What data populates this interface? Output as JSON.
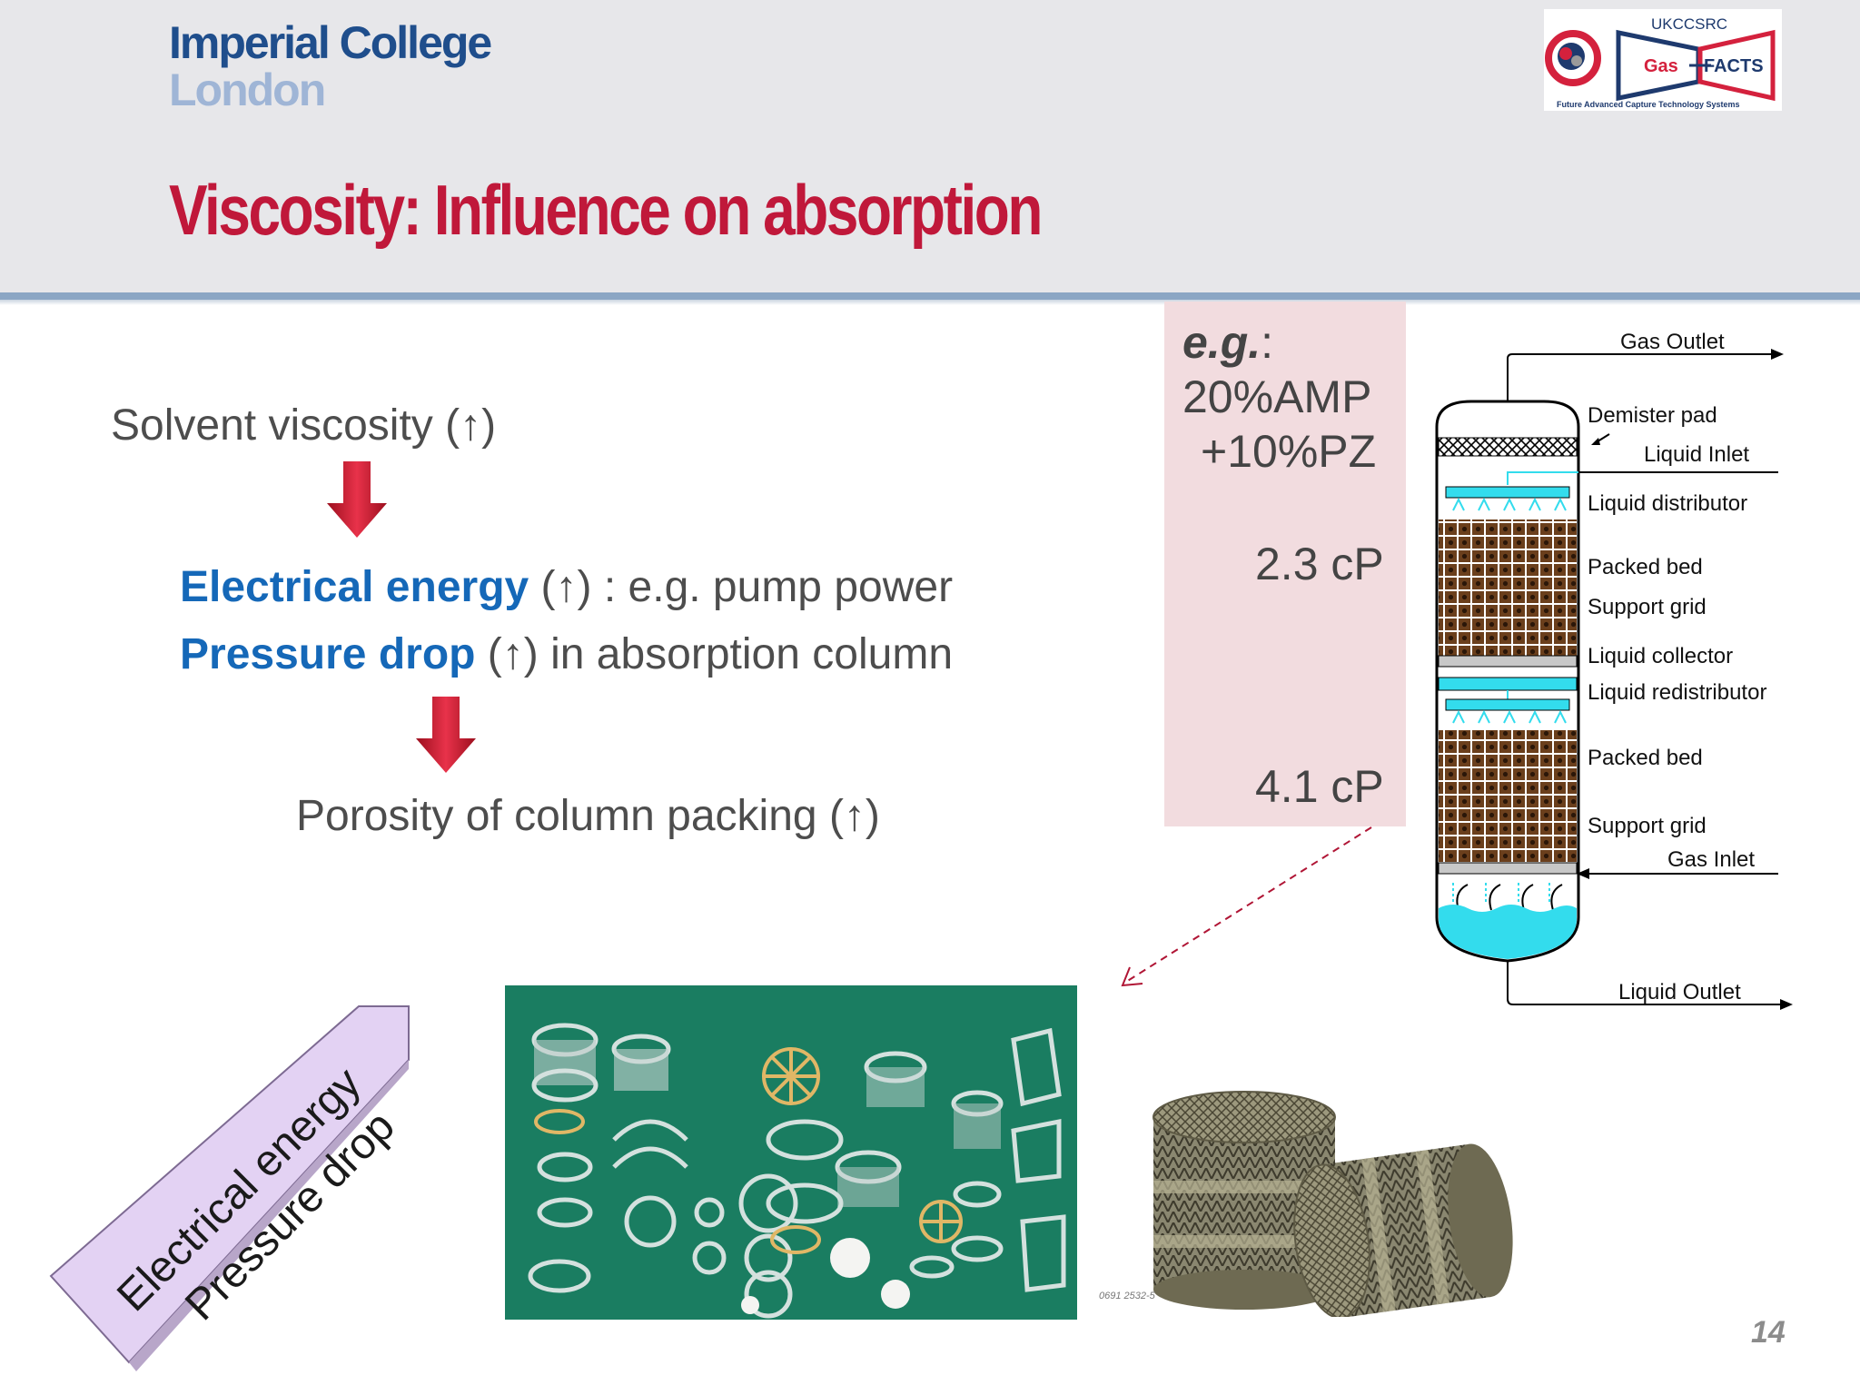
{
  "header": {
    "logo_line1": "Imperial College",
    "logo_line2": "London",
    "title": "Viscosity: Influence on absorption",
    "partner_logo": {
      "top_text": "UKCCSRC",
      "left_text": "Gas",
      "right_text": "FACTS",
      "footer_text": "Future Advanced Capture Technology Systems",
      "colors": {
        "red": "#d4213d",
        "navy": "#1e3a6e"
      }
    }
  },
  "flow": {
    "solvent_viscosity": "Solvent viscosity (↑)",
    "electrical_energy_label": "Electrical energy",
    "electrical_energy_rest": " (↑) : e.g. pump power",
    "pressure_drop_label": "Pressure drop",
    "pressure_drop_rest": " (↑) in absorption column",
    "porosity": "Porosity of column packing (↑)",
    "arrow_icon": "down-arrow-icon"
  },
  "example_box": {
    "eg_label": "e.g.",
    "eg_colon": ":",
    "solvent_line1": "20%AMP",
    "solvent_line2": "+10%PZ",
    "viscosity_top": "2.3 cP",
    "viscosity_bottom": "4.1 cP"
  },
  "column_diagram": {
    "gas_outlet": "Gas Outlet",
    "demister_pad": "Demister pad",
    "liquid_inlet": "Liquid Inlet",
    "liquid_distributor": "Liquid distributor",
    "packed_bed_1": "Packed bed",
    "support_grid_1": "Support grid",
    "liquid_collector": "Liquid collector",
    "liquid_redistributor": "Liquid redistributor",
    "packed_bed_2": "Packed bed",
    "support_grid_2": "Support grid",
    "gas_inlet": "Gas Inlet",
    "liquid_outlet": "Liquid Outlet"
  },
  "diagonal_arrow": {
    "line1": "Electrical energy",
    "line2": "Pressure drop",
    "fill": "#e3d2f3"
  },
  "image_code": "0691 2532-5",
  "page_number": "14"
}
